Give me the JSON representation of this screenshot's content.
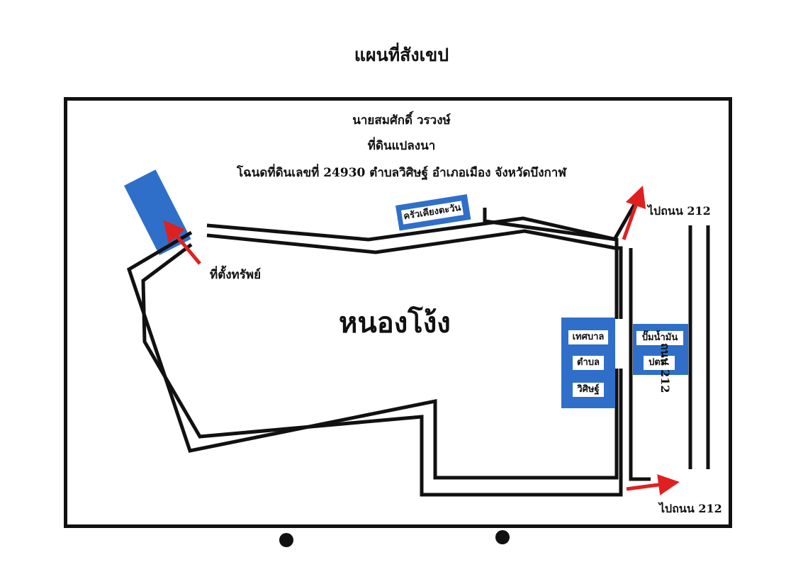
{
  "title": "แผนที่สังเขป",
  "owner_line": "นายสมศักดิ์ วรวงษ์",
  "land_line": "ที่ดินแปลงนา",
  "deed_line": "โฉนดที่ดินเลขที่ 24930 ตำบลวิศิษฐ์ อำเภอเมือง จังหวัดบึงกาฬ",
  "labels": {
    "property": "ที่ตั้งทรัพย์",
    "pond": "หนองโง้ง",
    "restaurant": "ครัวเคียงตะวัน",
    "municipality": [
      "เทศบาล",
      "ตำบล",
      "วิศิษฐ์"
    ],
    "gas_station": [
      "ปั๊มน้ำมัน",
      "ปตท."
    ],
    "road_vertical": "ถนน 212",
    "to_road_top": "ไปถนน 212",
    "to_road_bottom": "ไปถนน 212"
  },
  "colors": {
    "building": "#2f6fc9",
    "arrow": "#e02020",
    "road": "#111111"
  },
  "icons": [
    "arrow-icon",
    "punch-hole-icon"
  ]
}
